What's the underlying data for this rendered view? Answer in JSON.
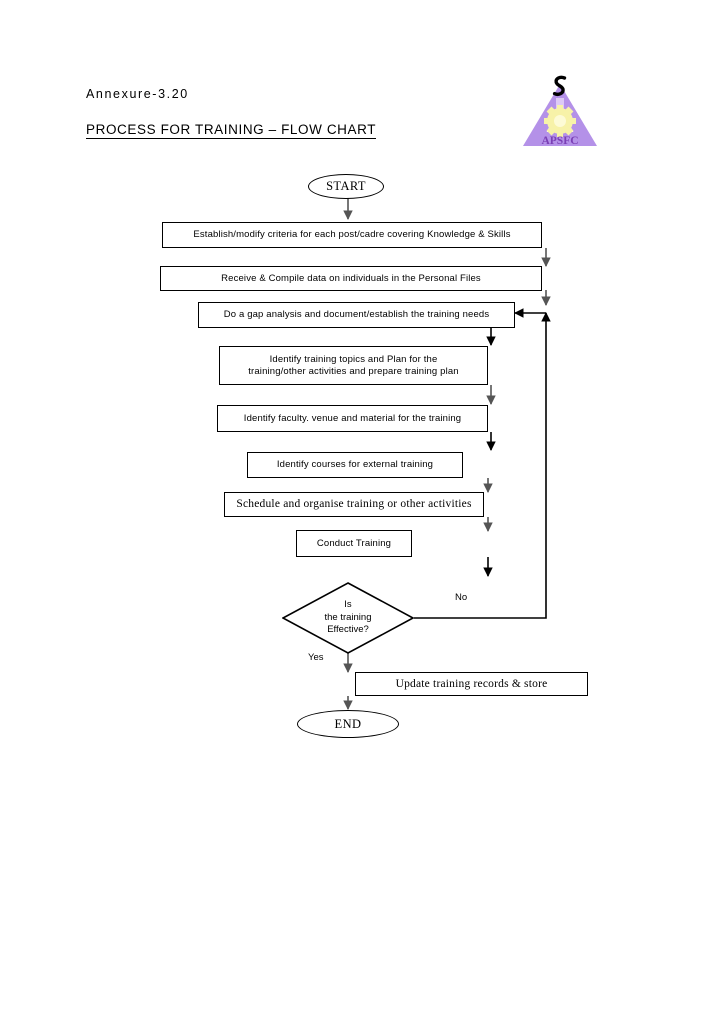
{
  "header": {
    "annexure": "Annexure-3.20",
    "title": "PROCESS FOR TRAINING – FLOW CHART"
  },
  "logo": {
    "name": "apsfc-logo",
    "text": "APSFC",
    "triangle_color": "#b491e8",
    "gear_color": "#f7f2a8",
    "swirl_color": "#000000",
    "text_color": "#7a3fb5"
  },
  "flowchart": {
    "type": "flowchart",
    "orientation": "top-to-bottom",
    "nodes": [
      {
        "id": "start",
        "shape": "ellipse",
        "text": "START"
      },
      {
        "id": "criteria",
        "shape": "process",
        "text": "Establish/modify criteria for each post/cadre covering Knowledge & Skills"
      },
      {
        "id": "compile",
        "shape": "process",
        "text": "Receive & Compile data on individuals in the Personal Files"
      },
      {
        "id": "gap",
        "shape": "process",
        "text": "Do a gap analysis and document/establish the training needs"
      },
      {
        "id": "topics",
        "shape": "process",
        "text_line1": "Identify training  topics and Plan for the",
        "text_line2": "training/other activities and prepare training plan"
      },
      {
        "id": "faculty",
        "shape": "process",
        "text": "Identify faculty. venue and  material for the training"
      },
      {
        "id": "external",
        "shape": "process",
        "text": "Identify courses for external training"
      },
      {
        "id": "schedule",
        "shape": "process",
        "text": "Schedule and organise training or other activities"
      },
      {
        "id": "conduct",
        "shape": "process",
        "text": "Conduct Training"
      },
      {
        "id": "decision",
        "shape": "diamond",
        "text_line1": "Is",
        "text_line2": "the training",
        "text_line3": "Effective?"
      },
      {
        "id": "update",
        "shape": "process",
        "text": "Update training records & store"
      },
      {
        "id": "end",
        "shape": "ellipse",
        "text": "END"
      }
    ],
    "edges": [
      {
        "from": "start",
        "to": "criteria",
        "label": ""
      },
      {
        "from": "criteria",
        "to": "compile",
        "label": ""
      },
      {
        "from": "compile",
        "to": "gap",
        "label": ""
      },
      {
        "from": "gap",
        "to": "topics",
        "label": ""
      },
      {
        "from": "topics",
        "to": "faculty",
        "label": ""
      },
      {
        "from": "faculty",
        "to": "external",
        "label": ""
      },
      {
        "from": "external",
        "to": "schedule",
        "label": ""
      },
      {
        "from": "schedule",
        "to": "conduct",
        "label": ""
      },
      {
        "from": "conduct",
        "to": "decision",
        "label": ""
      },
      {
        "from": "decision",
        "to": "update",
        "label": "Yes"
      },
      {
        "from": "decision",
        "to": "gap",
        "label": "No"
      },
      {
        "from": "update",
        "to": "end",
        "label": ""
      }
    ],
    "labels": {
      "yes": "Yes",
      "no": "No"
    },
    "line_color": "#000000",
    "fill_color": "#ffffff"
  }
}
